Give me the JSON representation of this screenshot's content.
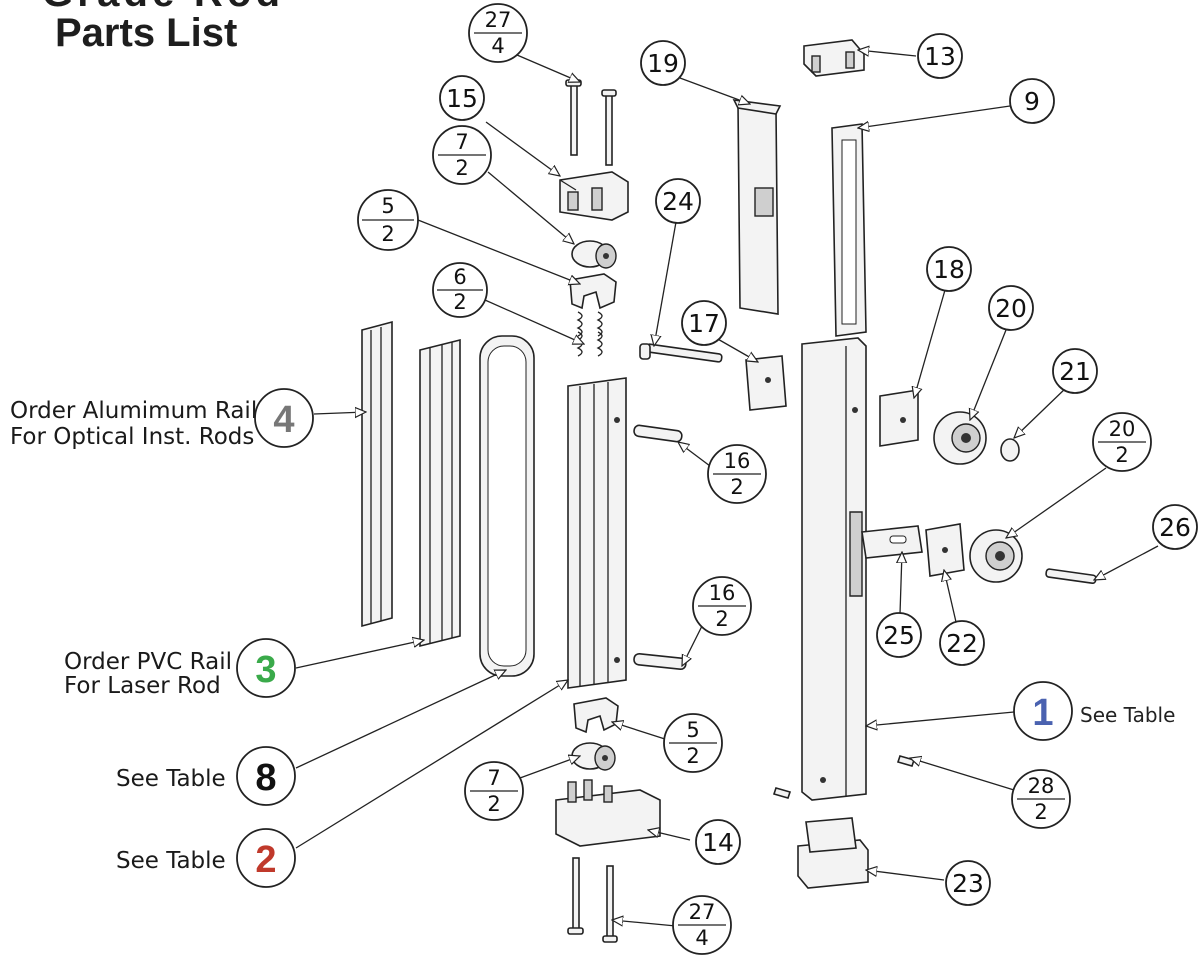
{
  "title": {
    "line1": "Grade Rod",
    "line2": "Parts List"
  },
  "side_labels": {
    "aluminum_line1": "Order Alumimum Rail",
    "aluminum_line2": "For Optical Inst. Rods",
    "pvc_line1": "Order PVC Rail",
    "pvc_line2": "For Laser Rod",
    "see_table_1": "See Table",
    "see_table_8": "See Table",
    "see_table_2": "See Table"
  },
  "big_callouts": {
    "c4": "4",
    "c3": "3",
    "c8": "8",
    "c2": "2",
    "c1": "1",
    "colors": {
      "c4": "#777777",
      "c3": "#3aaa4a",
      "c8": "#111111",
      "c2": "#c0392b",
      "c1": "#4a62b0"
    }
  },
  "callouts": {
    "n15": "15",
    "n19": "19",
    "n13": "13",
    "n9": "9",
    "n24": "24",
    "n17": "17",
    "n18": "18",
    "n20": "20",
    "n21": "21",
    "n26": "26",
    "n25": "25",
    "n22": "22",
    "n14": "14",
    "n23": "23"
  },
  "fractions": {
    "f27a": {
      "top": "27",
      "bottom": "4"
    },
    "f7a": {
      "top": "7",
      "bottom": "2"
    },
    "f5a": {
      "top": "5",
      "bottom": "2"
    },
    "f6": {
      "top": "6",
      "bottom": "2"
    },
    "f16a": {
      "top": "16",
      "bottom": "2"
    },
    "f20": {
      "top": "20",
      "bottom": "2"
    },
    "f16b": {
      "top": "16",
      "bottom": "2"
    },
    "f5b": {
      "top": "5",
      "bottom": "2"
    },
    "f7b": {
      "top": "7",
      "bottom": "2"
    },
    "f28": {
      "top": "28",
      "bottom": "2"
    },
    "f27b": {
      "top": "27",
      "bottom": "4"
    }
  }
}
